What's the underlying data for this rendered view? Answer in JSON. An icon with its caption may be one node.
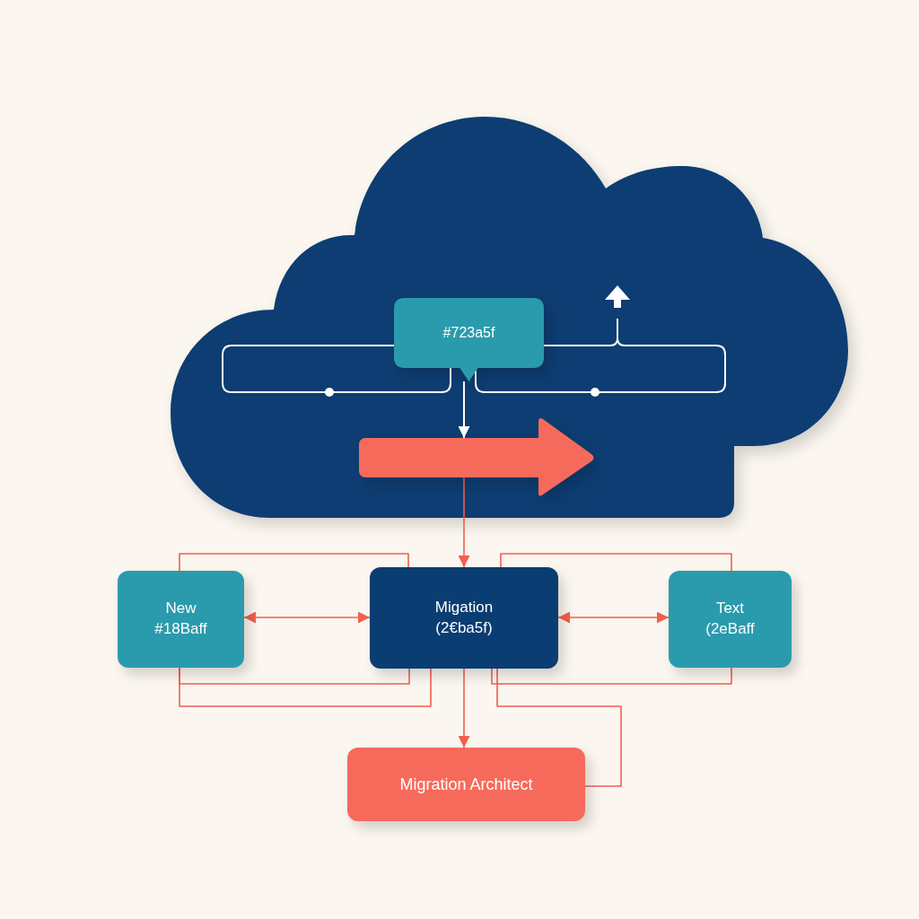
{
  "diagram": {
    "nodes": [
      {
        "text": [],
        "shape": "cloud"
      },
      {
        "text": [
          "#723a5f"
        ],
        "in": 0
      },
      {
        "text": [],
        "shape": "arrow",
        "in": 0
      },
      {
        "text": [
          "New",
          "#18Baff"
        ]
      },
      {
        "text": [
          "Migation",
          "(2€ba5f)"
        ]
      },
      {
        "text": [
          "Text",
          "(2eBaff"
        ]
      },
      {
        "text": [
          "Migration Architect"
        ]
      }
    ],
    "edges": [
      {
        "from": 1,
        "to": 2,
        "arrow": "to",
        "color": "#ffffff"
      },
      {
        "from": 2,
        "to": 4,
        "arrow": "to"
      },
      {
        "from": 3,
        "to": 4,
        "arrow": "both"
      },
      {
        "from": 4,
        "to": 5,
        "arrow": "both"
      },
      {
        "from": 4,
        "to": 6,
        "arrow": "to"
      },
      {
        "from": 3,
        "to": 4,
        "arrow": "none"
      },
      {
        "from": 4,
        "to": 5,
        "arrow": "none"
      },
      {
        "from": 3,
        "to": 4,
        "arrow": "none"
      },
      {
        "from": 3,
        "to": 4,
        "arrow": "none"
      },
      {
        "from": 4,
        "to": 5,
        "arrow": "none"
      },
      {
        "from": 4,
        "to": 6,
        "arrow": "none"
      }
    ]
  }
}
